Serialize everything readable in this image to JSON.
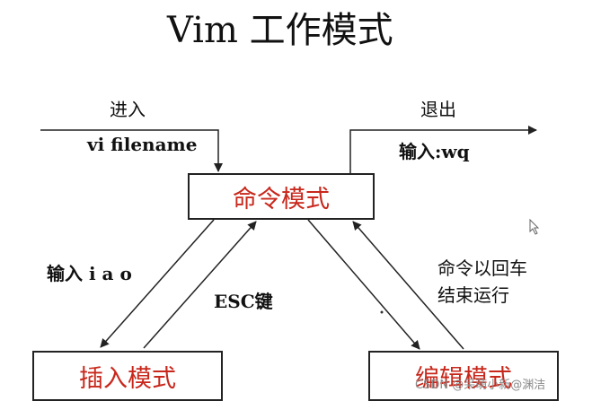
{
  "title": "Vim 工作模式",
  "labels": {
    "enter": "进入",
    "enter_cmd": "vi filename",
    "exit": "退出",
    "exit_cmd": "输入:wq",
    "insert_keys": "输入 i a o",
    "esc_key": "ESC键",
    "cmd_line1": "命令以回车",
    "cmd_line2": "结束运行"
  },
  "modes": {
    "command": "命令模式",
    "insert": "插入模式",
    "edit": "编辑模式"
  },
  "watermark": "CSDN @呆萌小新@渊洁",
  "colors": {
    "mode_text": "#c8281c",
    "arrow": "#222222"
  }
}
